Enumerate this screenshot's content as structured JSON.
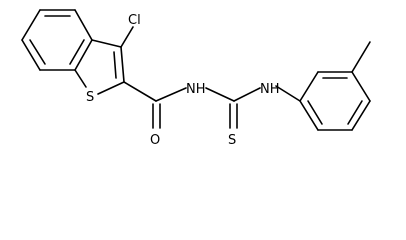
{
  "molecule": {
    "atom_labels": {
      "chlorine": "Cl",
      "sulfur_ring": "S",
      "nitrogen_amide": "NH",
      "nitrogen_aryl": "NH",
      "oxygen": "O",
      "sulfur_thione": "S"
    },
    "colors": {
      "ink": "#000000",
      "background": "#ffffff"
    }
  }
}
